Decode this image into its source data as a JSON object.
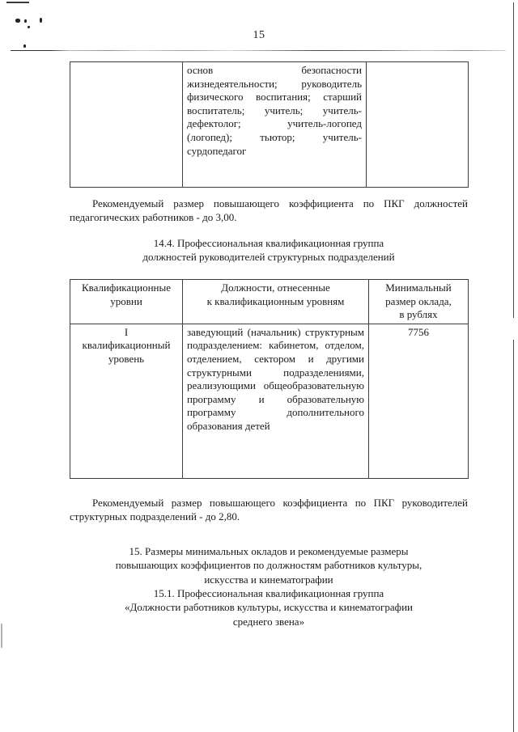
{
  "page": {
    "number": "15"
  },
  "table_pedagogical_continued": {
    "rows": [
      {
        "levels": "",
        "titles": "основ безопасности жизнедеятельности; руководитель физического воспитания; старший воспитатель; учитель; учитель-дефектолог; учитель-логопед (логопед); тьютор; учитель-сурдопедагог",
        "salary": ""
      }
    ]
  },
  "paragraph_pedagogical_coefficient": {
    "text": "Рекомендуемый размер повышающего коэффициента по ПКГ должностей педагогических работников - до 3,00."
  },
  "heading_14_4": {
    "line1": "14.4. Профессиональная квалификационная группа",
    "line2": "должностей руководителей структурных подразделений"
  },
  "table_structural_heads": {
    "headers": {
      "levels": "Квалификационные уровни",
      "titles_line1": "Должности, отнесенные",
      "titles_line2": "к квалификационным уровням",
      "salary_line1": "Минимальный",
      "salary_line2": "размер оклада,",
      "salary_line3": "в рублях"
    },
    "rows": [
      {
        "level_numeral": "I",
        "level_text": "квалификационный уровень",
        "titles": "заведующий (начальник) структурным подразделением: кабинетом, отделом, отделением, сектором и другими структурными подразделениями, реализующими общеобразовательную программу и образовательную программу дополнительного образования детей",
        "salary": "7756"
      }
    ]
  },
  "paragraph_structural_heads_coefficient": {
    "text": "Рекомендуемый размер повышающего коэффициента по ПКГ руководителей структурных подразделений - до 2,80."
  },
  "heading_15": {
    "line1": "15. Размеры минимальных окладов и рекомендуемые размеры",
    "line2": "повышающих коэффициентов по должностям работников культуры,",
    "line3": "искусства и кинематографии"
  },
  "heading_15_1": {
    "line1": "15.1. Профессиональная квалификационная группа",
    "line2": "«Должности работников культуры, искусства и кинематографии",
    "line3": "среднего звена»"
  },
  "colors": {
    "page_background": "#ffffff",
    "text": "#1a1a1a",
    "table_border": "#3d3d3d"
  }
}
